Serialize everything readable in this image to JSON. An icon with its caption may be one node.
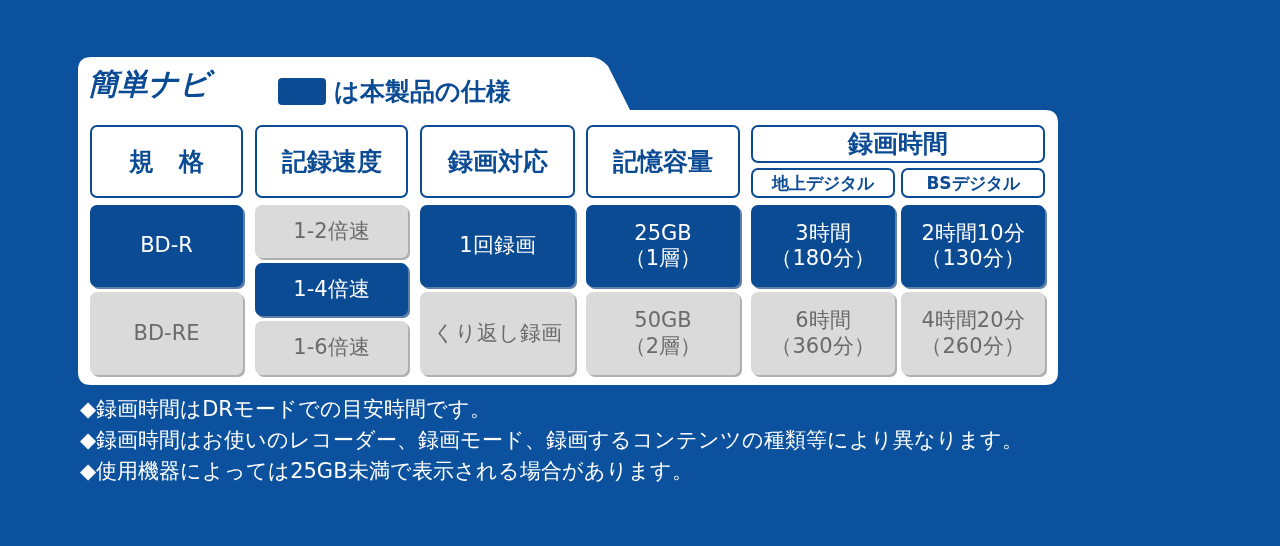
{
  "diagram": {
    "title": "簡単ナビ",
    "labels": [
      "規　格",
      "記録速度",
      "録画対応",
      "記憶容量",
      "録画時間",
      "地上デジタル",
      "BSデジタル",
      "BD-R",
      "1-2倍速",
      "1回録画",
      "25GB（1層）",
      "3時間（180分）",
      "2時間10分（130分）",
      "1-4倍速",
      "BD-RE",
      "くり返し録画",
      "50GB（2層）",
      "6時間（360分）",
      "4時間20分（260分）",
      "1-6倍速",
      "◆録画時間はDRモードでの目安時間です。",
      "◆録画時間はお使いのレコーダー、録画モード、録画するコンテンツの種類等により異なります。",
      "◆使用機器によっては25GB未満で表示される場合があります。"
    ],
    "legend": [
      {
        "text": "は本製品の仕様",
        "color": "#0b4b94"
      }
    ]
  }
}
